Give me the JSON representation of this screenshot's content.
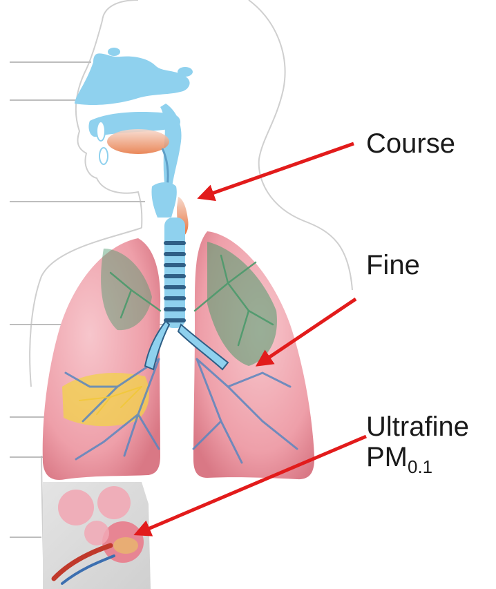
{
  "labels": {
    "course": "Course",
    "fine": "Fine",
    "ultrafine": "Ultrafine",
    "pm_main": "PM",
    "pm_sub": "0.1"
  },
  "colors": {
    "airway_blue": "#8fd1ee",
    "lung_pink": "#ec9ea8",
    "bronchi_green": "#4c9a6c",
    "bronchi_blue": "#5a86bf",
    "yellow_region": "#f2d34a",
    "arrow_red": "#e21b1b",
    "outline_gray": "#c8c8c8"
  },
  "icons": [
    "respiratory-system-illustration",
    "alveoli-inset-illustration",
    "red-arrow"
  ]
}
